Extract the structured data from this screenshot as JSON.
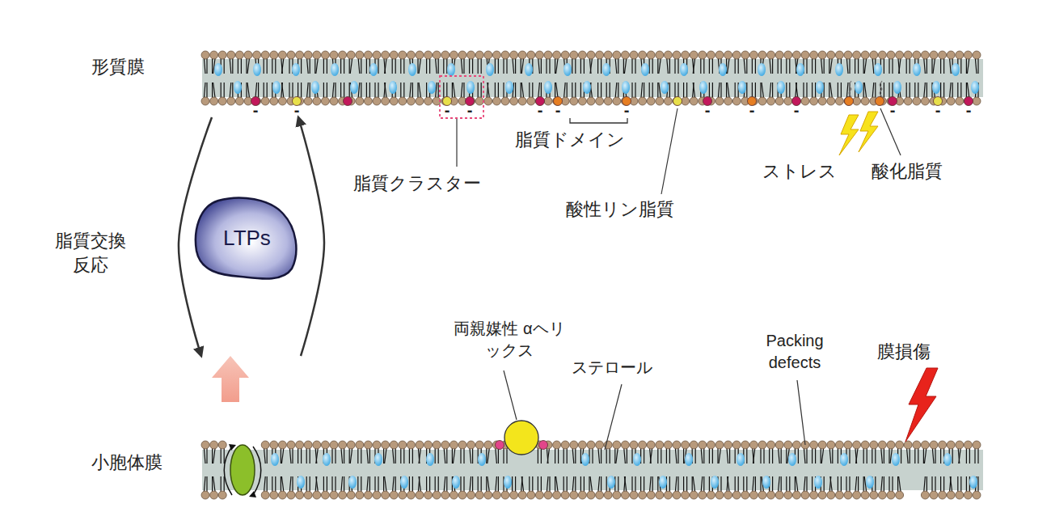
{
  "diagram": {
    "nodes": [
      {
        "text": [
          "形質膜"
        ]
      },
      {
        "text": [
          "LTPs"
        ]
      },
      {
        "text": [
          "小胞体膜"
        ]
      }
    ],
    "edges": [
      {
        "from": 0,
        "to": 2,
        "arrow": "to"
      },
      {
        "from": 2,
        "to": 0,
        "arrow": "to"
      }
    ],
    "labels": [
      "脂質クラスター",
      "脂質ドメイン",
      "酸性リン脂質",
      "ストレス",
      "酸化脂質",
      "脂質交換 反応",
      "両親媒性 αヘリックス",
      "ステロール",
      "Packing defects",
      "膜損傷",
      "-",
      "-",
      "-",
      "-",
      "-",
      "-",
      "-",
      "-",
      "-",
      "-",
      "-",
      "-",
      "-"
    ]
  }
}
